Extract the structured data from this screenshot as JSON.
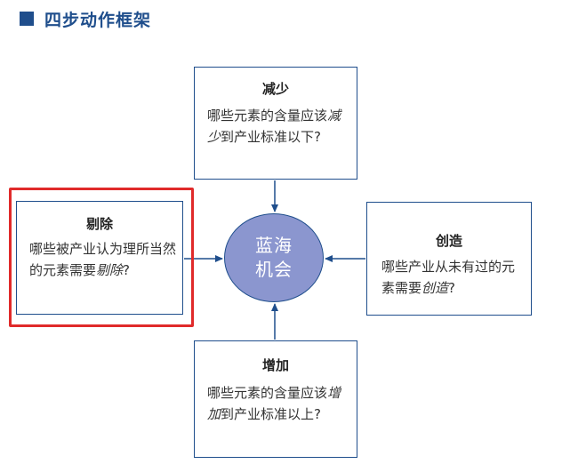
{
  "header": {
    "title": "四步动作框架"
  },
  "center": {
    "line1": "蓝海",
    "line2": "机会"
  },
  "top_box": {
    "title": "减少",
    "text_1": "哪些元素的含量应该",
    "text_em": "减少",
    "text_2": "到产业标准以下?"
  },
  "left_box": {
    "title": "剔除",
    "text_1": "哪些被产业认为理所当然的元素需要",
    "text_em": "剔除",
    "text_2": "?"
  },
  "right_box": {
    "title": "创造",
    "text_1": "哪些产业从未有过的元素需要",
    "text_em": "创造",
    "text_2": "?"
  },
  "bottom_box": {
    "title": "增加",
    "text_1": "哪些元素的含量应该",
    "text_em": "增加",
    "text_2": "到产业标准以上?"
  },
  "colors": {
    "accent": "#1f4e8c",
    "ellipse_fill": "#8b96cf",
    "highlight": "#e02a2a"
  }
}
